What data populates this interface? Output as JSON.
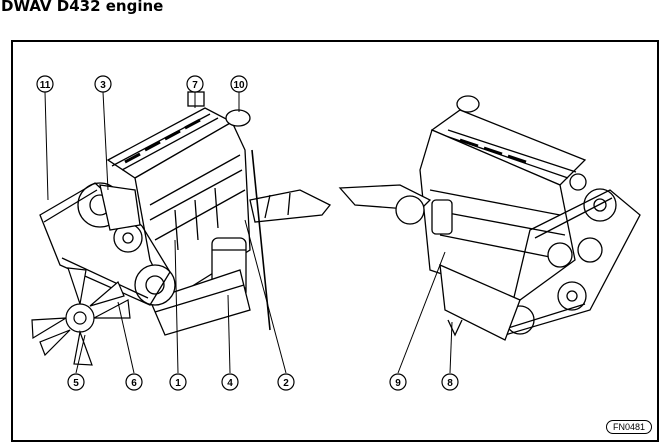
{
  "title": "DWAV D432 engine",
  "figure_code": "FN0481",
  "callouts": [
    "1",
    "2",
    "3",
    "4",
    "5",
    "6",
    "7",
    "8",
    "9",
    "10",
    "11"
  ],
  "colors": {
    "ink": "#000000",
    "paper": "#ffffff",
    "shade": "#cfcfcf"
  }
}
